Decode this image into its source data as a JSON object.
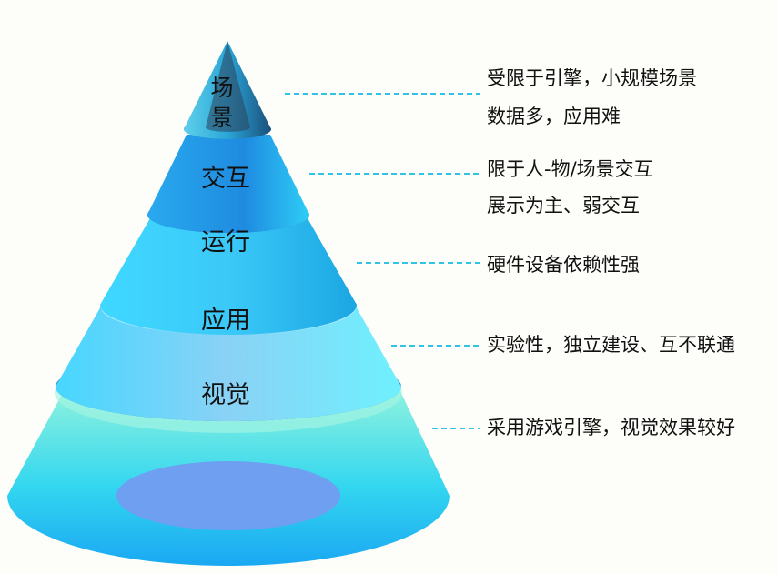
{
  "layers": [
    {
      "label": "场景",
      "lines": [
        "受限于引擎，小规模场景",
        "数据多，应用难"
      ]
    },
    {
      "label": "交互",
      "lines": [
        "限于人-物/场景交互",
        "展示为主、弱交互"
      ]
    },
    {
      "label": "运行",
      "lines": [
        "硬件设备依赖性强"
      ]
    },
    {
      "label": "应用",
      "lines": [
        "实验性，独立建设、互不联通"
      ]
    },
    {
      "label": "视觉",
      "lines": [
        "采用游戏引擎，视觉效果较好"
      ]
    }
  ],
  "colors": {
    "leader": "#2fc3e6",
    "band": "#2a7fd6",
    "base_inner": "#6f9ff0"
  }
}
